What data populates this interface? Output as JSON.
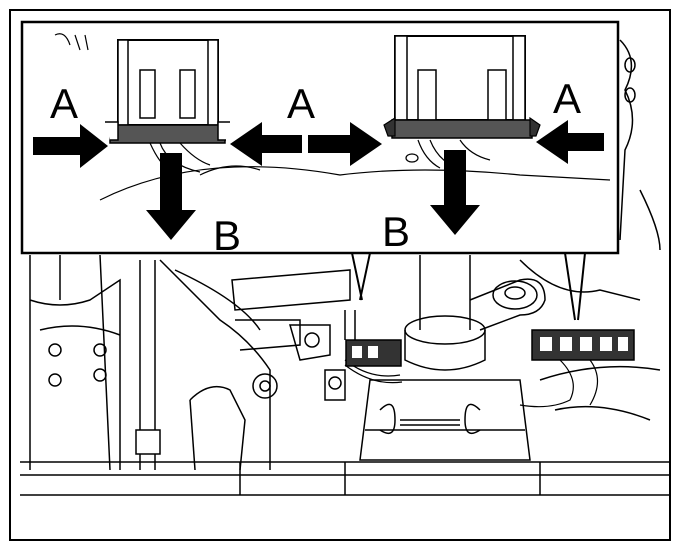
{
  "callouts": {
    "left_label_a": "A",
    "center_label_a": "A",
    "right_label_a": "A",
    "left_label_b": "B",
    "right_label_b": "B"
  },
  "colors": {
    "line": "#000000",
    "background": "#ffffff",
    "connector_fill": "#555555"
  },
  "icons": [
    "arrow-right-icon",
    "arrow-left-icon",
    "arrow-down-icon",
    "connector-icon"
  ]
}
